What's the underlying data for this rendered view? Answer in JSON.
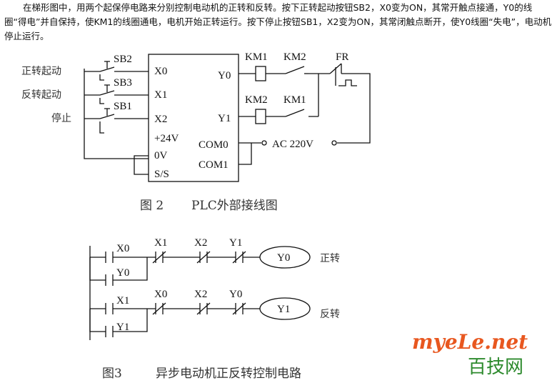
{
  "intro_text": "在梯形图中，用两个起保停电路来分别控制电动机的正转和反转。按下正转起动按钮SB2，X0变为ON，其常开触点接通，Y0的线圈“得电”并自保持，使KM1的线圈通电，电机开始正转运行。按下停止按钮SB1，X2变为ON，其常闭触点断开，使Y0线圈“失电”，电动机停止运行。",
  "fig2": {
    "caption_num": "图 2",
    "caption_title": "PLC外部接线图",
    "buttons": [
      {
        "label": "正转起动",
        "sb": "SB2"
      },
      {
        "label": "反转起动",
        "sb": "SB3"
      },
      {
        "label": "停止",
        "sb": "SB1"
      }
    ],
    "inputs": [
      "X0",
      "X1",
      "X2",
      "+24V",
      "0V",
      "S/S"
    ],
    "outputs": [
      "Y0",
      "Y1",
      "COM0",
      "COM1"
    ],
    "coils": [
      "KM1",
      "KM2"
    ],
    "interlocks": [
      "KM2",
      "KM1"
    ],
    "overload": "FR",
    "supply": "AC 220V"
  },
  "fig3": {
    "caption_num": "图3",
    "caption_title": "异步电动机正反转控制电路",
    "rung1": {
      "contacts": [
        "X0",
        "Y0",
        "X1",
        "X2",
        "Y1"
      ],
      "coil": "Y0",
      "note": "正转"
    },
    "rung2": {
      "contacts": [
        "X1",
        "Y1",
        "X0",
        "X2",
        "Y0"
      ],
      "coil": "Y1",
      "note": "反转"
    }
  },
  "watermark": {
    "brand": "myeLe.net",
    "sub": "百技网"
  },
  "colors": {
    "brand": "#e8571f",
    "sub": "#2d8a2d"
  }
}
